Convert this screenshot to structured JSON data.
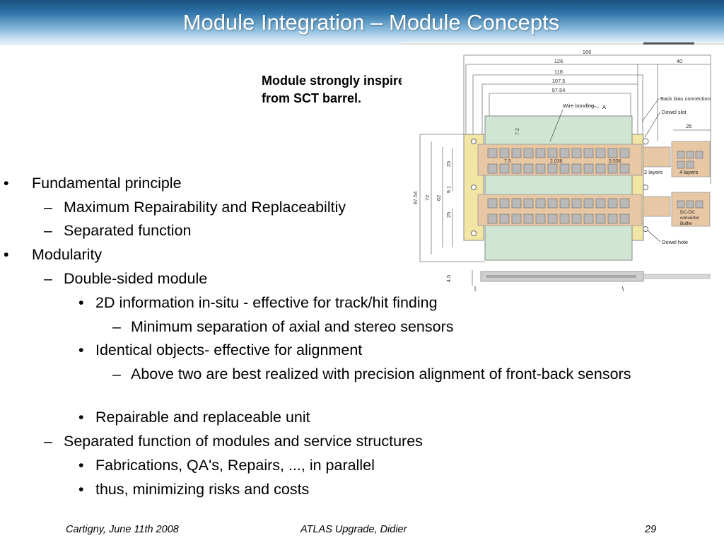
{
  "slide": {
    "title": "Module Integration – Module Concepts",
    "note": [
      "Module strongly inspired",
      "from SCT barrel."
    ]
  },
  "bullets": [
    {
      "level": 1,
      "marker": "•",
      "text": "Fundamental principle"
    },
    {
      "level": 2,
      "marker": "–",
      "text": "Maximum Repairability and Replaceabiltiy"
    },
    {
      "level": 2,
      "marker": "–",
      "text": "Separated function"
    },
    {
      "level": 1,
      "marker": "•",
      "text": "Modularity"
    },
    {
      "level": 2,
      "marker": "–",
      "text": "Double-sided module"
    },
    {
      "level": 3,
      "marker": "•",
      "text": "2D information in-situ - effective for track/hit finding"
    },
    {
      "level": 4,
      "marker": "–",
      "text": "Minimum separation of axial and stereo sensors"
    },
    {
      "level": 3,
      "marker": "•",
      "text": "Identical objects- effective for alignment"
    },
    {
      "level": 4,
      "marker": "–",
      "text": "Above two are best realized with precision alignment of  front-back sensors"
    },
    {
      "level": 3,
      "marker": "•",
      "text": "Repairable and replaceable unit"
    },
    {
      "level": 2,
      "marker": "–",
      "text": "Separated function of modules and service structures"
    },
    {
      "level": 3,
      "marker": "•",
      "text": "Fabrications, QA's, Repairs, ..., in parallel"
    },
    {
      "level": 3,
      "marker": "•",
      "text": "thus, minimizing risks and costs"
    }
  ],
  "diagram": {
    "dims_top": [
      "166",
      "126",
      "40",
      "118",
      "107.5",
      "97.54"
    ],
    "dims_left": [
      "97.54",
      "72",
      "62",
      "25",
      "9.1",
      "25",
      "4.5"
    ],
    "dims_inner": [
      "7.2",
      "7.5",
      "2.036",
      "9.536"
    ],
    "labels": {
      "wire_bonding": "Wire bonding",
      "marker_a": "A",
      "back_bias": "Back bias connection",
      "dowel_slot": "Dowel slot",
      "dim_25": "25",
      "two_layers": "2 layers",
      "four_layers": "4 layers",
      "dcdc_1": "DC-DC",
      "dcdc_2": "converter",
      "dcdc_3": "Buffer",
      "dowel_hole": "Dowel hole"
    }
  },
  "footer": {
    "left": "Cartigny, June 11th 2008",
    "center": "ATLAS Upgrade, Didier",
    "page": "29"
  }
}
